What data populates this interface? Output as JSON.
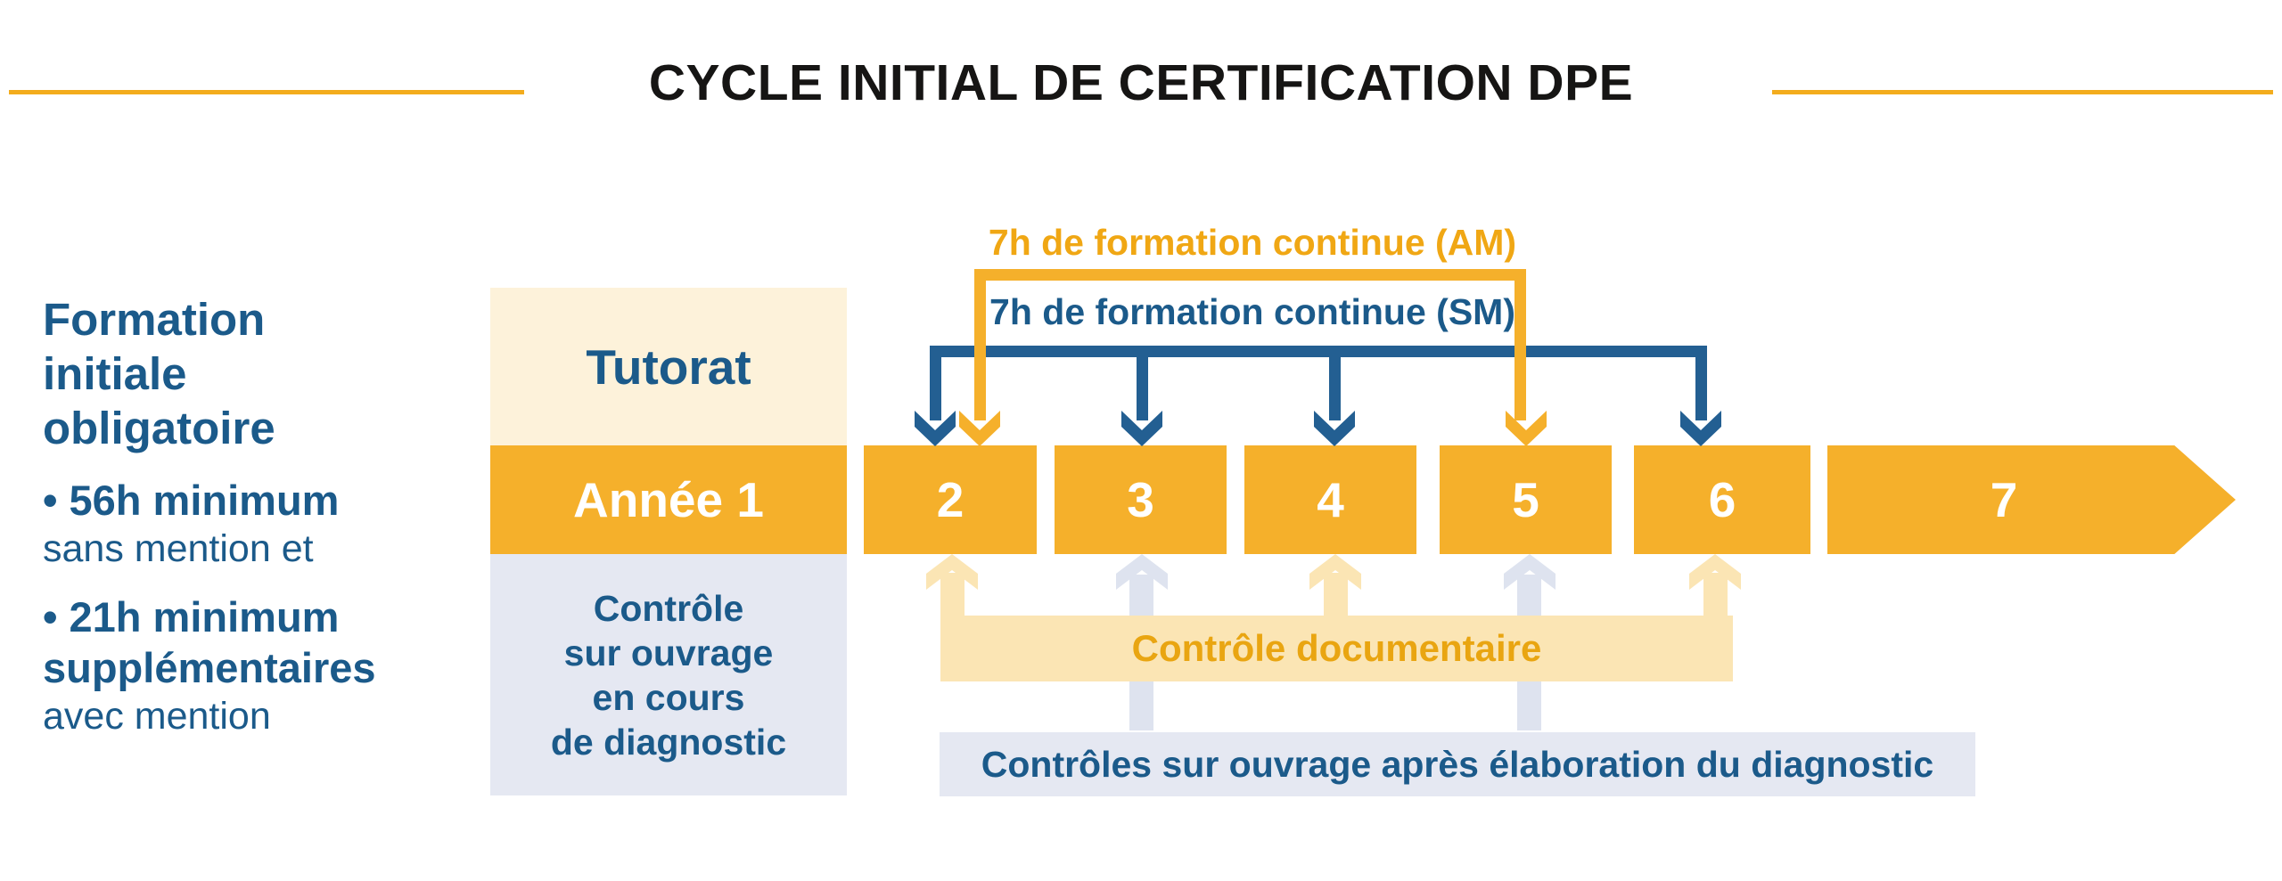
{
  "title": "CYCLE INITIAL DE CERTIFICATION DPE",
  "left_panel": {
    "heading_lines": [
      "Formation",
      "initiale",
      "obligatoire"
    ],
    "bullet_1": {
      "bold": "• 56h minimum",
      "normal": "sans mention et"
    },
    "bullet_2": {
      "bold": "• 21h minimum supplémentaires",
      "normal": "avec mention"
    }
  },
  "timeline": {
    "tutorat_label": "Tutorat",
    "year_1_label": "Année 1",
    "years": [
      "2",
      "3",
      "4",
      "5",
      "6",
      "7"
    ],
    "initial_control_lines": [
      "Contrôle",
      "sur ouvrage",
      "en cours",
      "de diagnostic"
    ]
  },
  "formation_continue": {
    "am_label": "7h de formation continue (AM)",
    "sm_label": "7h de formation continue (SM)"
  },
  "controls": {
    "documentaire_label": "Contrôle documentaire",
    "ouvrage_label": "Contrôles sur ouvrage après élaboration du diagnostic"
  },
  "colors": {
    "amber": "#F5B02B",
    "amber_text": "#E9A511",
    "cream_light": "#FDF2DA",
    "cream_mid": "#FBE5B4",
    "blue_text": "#1B5A8A",
    "blue_bracket": "#235F92",
    "gray_band": "#E5E8F2",
    "gray_arrow": "#DEE3EF",
    "title_black": "#161514",
    "dash_amber": "#F3AC1D"
  }
}
